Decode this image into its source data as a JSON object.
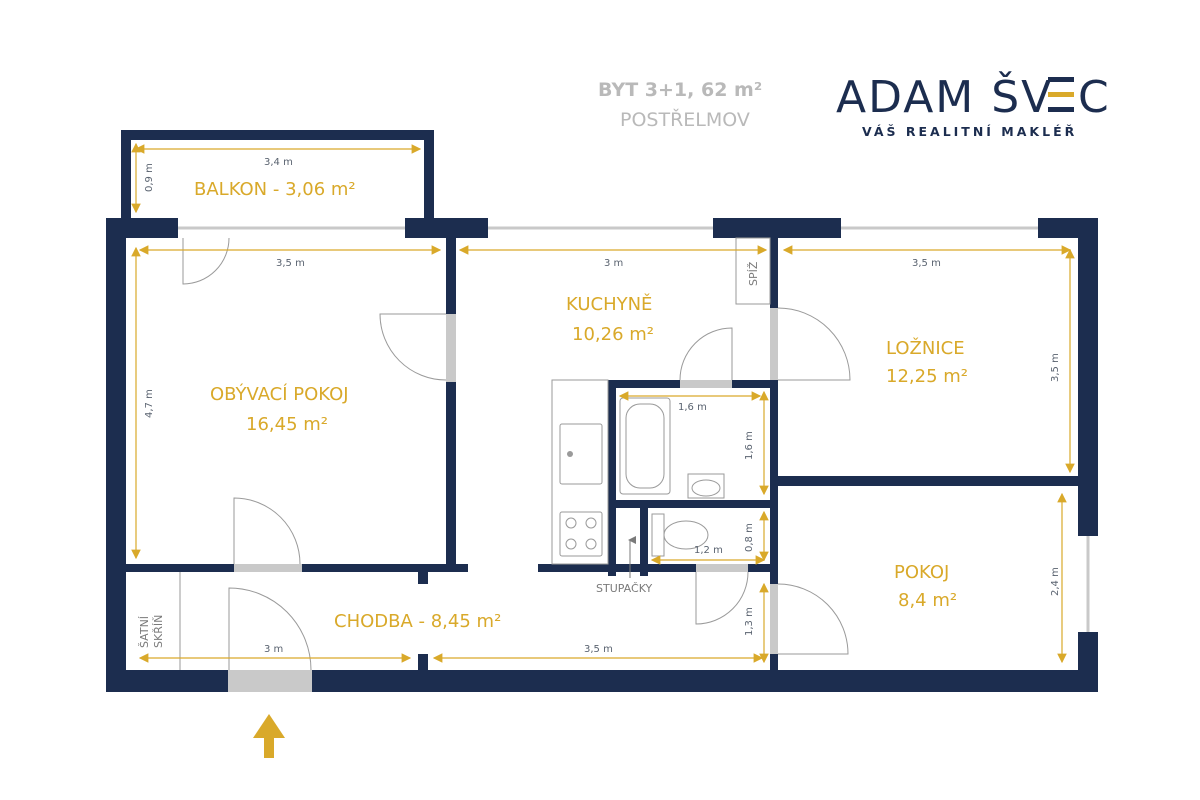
{
  "header": {
    "title": "BYT 3+1, 62 m²",
    "location": "POSTŘELMOV"
  },
  "brand": {
    "name_part1": "ADAM ŠV",
    "name_part2": "C",
    "tagline": "VÁŠ REALITNÍ MAKLÉŘ",
    "color": "#1c2d4f",
    "accent": "#d9a92a"
  },
  "rooms": {
    "balkon": {
      "name": "BALKON - 3,06 m²"
    },
    "obyvaci": {
      "name": "OBÝVACÍ POKOJ",
      "area": "16,45 m²"
    },
    "kuchyne": {
      "name": "KUCHYNĚ",
      "area": "10,26 m²"
    },
    "loznice": {
      "name": "LOŽNICE",
      "area": "12,25 m²"
    },
    "pokoj": {
      "name": "POKOJ",
      "area": "8,4 m²"
    },
    "chodba": {
      "name": "CHODBA - 8,45 m²"
    }
  },
  "labels": {
    "spiz": "SPÍŽ",
    "satni_1": "ŠATNÍ",
    "satni_2": "SKŘÍŇ",
    "stupacky": "STUPAČKY"
  },
  "dimensions": {
    "balkon_w": "3,4 m",
    "balkon_h": "0,9 m",
    "obyvaci_w": "3,5 m",
    "obyvaci_h": "4,7 m",
    "kuchyne_w": "3 m",
    "loznice_w": "3,5 m",
    "loznice_h": "3,5 m",
    "koupelna_w": "1,6 m",
    "koupelna_h": "1,6 m",
    "wc_w": "1,2 m",
    "wc_h": "0,8 m",
    "pokoj_h": "2,4 m",
    "chodba_w1": "3 m",
    "chodba_w2": "3,5 m",
    "chodba_h": "1,3 m"
  },
  "colors": {
    "wall": "#1c2d4f",
    "accent": "#d9a92a",
    "header_grey": "#b9b9b9"
  },
  "icons": {
    "entrance": "arrow-up-icon"
  }
}
